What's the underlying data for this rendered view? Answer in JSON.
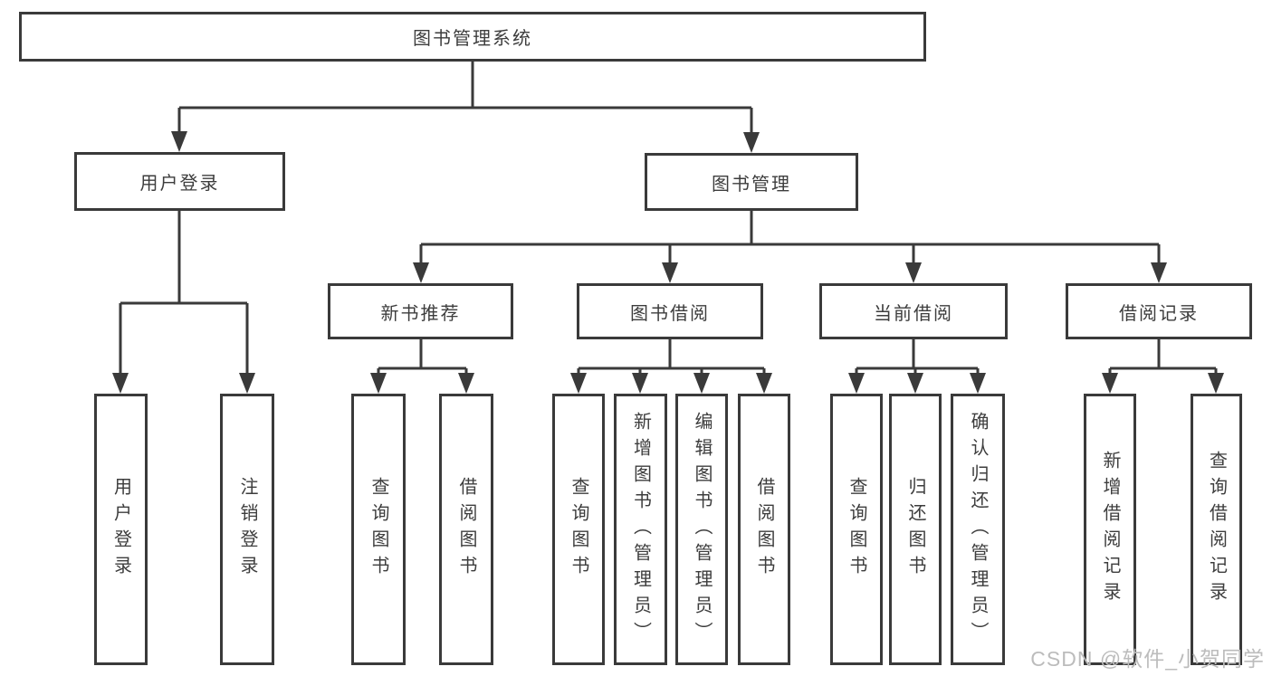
{
  "tree": {
    "root": {
      "label": "图书管理系统"
    },
    "branches": [
      {
        "label": "用户登录",
        "children": [
          {
            "label": "用户登录"
          },
          {
            "label": "注销登录"
          }
        ]
      },
      {
        "label": "图书管理",
        "children": [
          {
            "label": "新书推荐",
            "children": [
              {
                "label": "查询图书"
              },
              {
                "label": "借阅图书"
              }
            ]
          },
          {
            "label": "图书借阅",
            "children": [
              {
                "label": "查询图书"
              },
              {
                "label": "新增图书（管理员）"
              },
              {
                "label": "编辑图书（管理员）"
              },
              {
                "label": "借阅图书"
              }
            ]
          },
          {
            "label": "当前借阅",
            "children": [
              {
                "label": "查询图书"
              },
              {
                "label": "归还图书"
              },
              {
                "label": "确认归还（管理员）"
              }
            ]
          },
          {
            "label": "借阅记录",
            "children": [
              {
                "label": "新增借阅记录"
              },
              {
                "label": "查询借阅记录"
              }
            ]
          }
        ]
      }
    ]
  },
  "watermark": {
    "text": "CSDN @软件_小贺同学"
  },
  "colors": {
    "line": "#3a3a3a",
    "text": "#3d3d3d",
    "watermark": "#bcbcbc",
    "background": "#ffffff"
  }
}
